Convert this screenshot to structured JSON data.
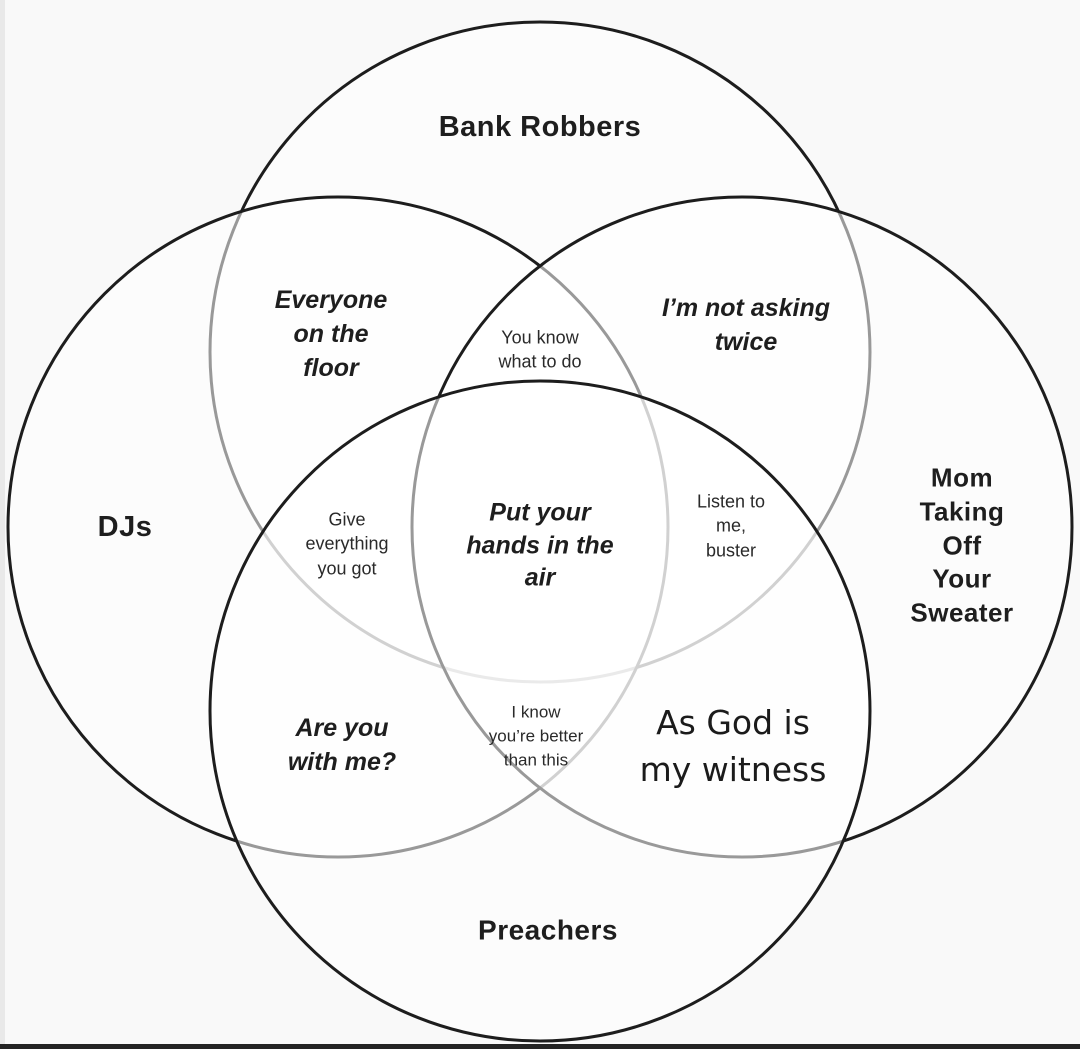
{
  "diagram": {
    "type": "venn",
    "topic": "4-circle venn diagram of catchphrases",
    "colors": {
      "ink": "#1d1d1d",
      "text": "#1e1e1e",
      "background": "#f9f9f9",
      "left_edge_strip": "#e9e9e9",
      "bottom_edge_bar": "#242424"
    },
    "sets": [
      {
        "id": "bank-robbers",
        "label": "Bank Robbers",
        "position": "top"
      },
      {
        "id": "djs",
        "label": "DJs",
        "position": "left"
      },
      {
        "id": "mom",
        "label": "Mom\nTaking Off\nYour\nSweater",
        "position": "right"
      },
      {
        "id": "preachers",
        "label": "Preachers",
        "position": "bottom"
      }
    ],
    "regions": [
      {
        "id": "djs-bank",
        "sets": [
          "DJs",
          "Bank Robbers"
        ],
        "label": "Everyone\non the\nfloor"
      },
      {
        "id": "djs-bank-mom",
        "sets": [
          "DJs",
          "Bank Robbers",
          "Mom Taking Off Your Sweater"
        ],
        "label": "You know\nwhat to do"
      },
      {
        "id": "bank-mom",
        "sets": [
          "Bank Robbers",
          "Mom Taking Off Your Sweater"
        ],
        "label": "I’m not asking\ntwice"
      },
      {
        "id": "djs-bank-preachers",
        "sets": [
          "DJs",
          "Bank Robbers",
          "Preachers"
        ],
        "label": "Give\neverything\nyou got"
      },
      {
        "id": "all-four",
        "sets": [
          "DJs",
          "Bank Robbers",
          "Mom Taking Off Your Sweater",
          "Preachers"
        ],
        "label": "Put your\nhands in the\nair"
      },
      {
        "id": "bank-mom-preachers",
        "sets": [
          "Bank Robbers",
          "Mom Taking Off Your Sweater",
          "Preachers"
        ],
        "label": "Listen to\nme,\nbuster"
      },
      {
        "id": "djs-preachers",
        "sets": [
          "DJs",
          "Preachers"
        ],
        "label": "Are you\nwith me?"
      },
      {
        "id": "djs-mom-preachers",
        "sets": [
          "DJs",
          "Mom Taking Off Your Sweater",
          "Preachers"
        ],
        "label": "I know\nyou’re better\nthan this"
      },
      {
        "id": "mom-preachers",
        "sets": [
          "Mom Taking Off Your Sweater",
          "Preachers"
        ],
        "label": "As God is\nmy witness"
      }
    ]
  }
}
